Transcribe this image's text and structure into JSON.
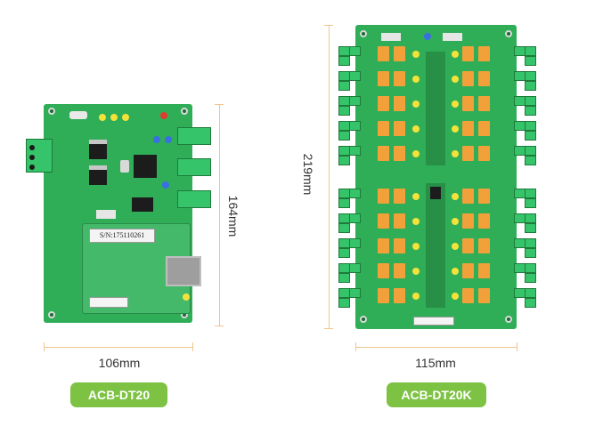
{
  "colors": {
    "pcb_green": "#2fae57",
    "pcb_dark": "#1f8a42",
    "terminal_green": "#35c46a",
    "relay_orange": "#f2a13a",
    "pill_green": "#7dc243",
    "dimension_line": "#f2c48a"
  },
  "board_left": {
    "serial_label": "S/N:175110261",
    "width_label": "106mm",
    "height_label": "164mm",
    "model_label": "ACB-DT20"
  },
  "board_right": {
    "width_label": "115mm",
    "height_label": "219mm",
    "model_label": "ACB-DT20K"
  }
}
